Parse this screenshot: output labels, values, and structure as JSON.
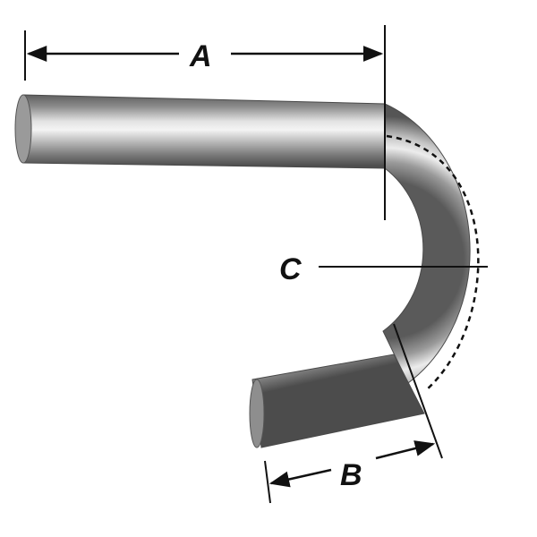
{
  "diagram": {
    "labels": {
      "a": "A",
      "b": "B",
      "c": "C"
    },
    "colors": {
      "background": "#ffffff",
      "line": "#111111",
      "pipe_dark": "#5c5c5c",
      "pipe_mid": "#a6a6a6",
      "pipe_light": "#e8e8e8",
      "end_face": "#9a9a9a"
    },
    "subject": "pipe-j-bend-icon"
  }
}
